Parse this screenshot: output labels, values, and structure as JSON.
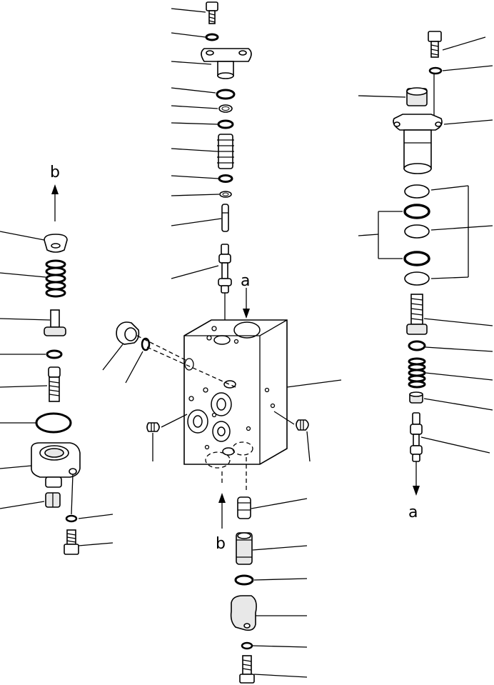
{
  "labels": {
    "b_top": "b",
    "a_block": "a",
    "b_bottom": "b",
    "a_right": "a"
  }
}
